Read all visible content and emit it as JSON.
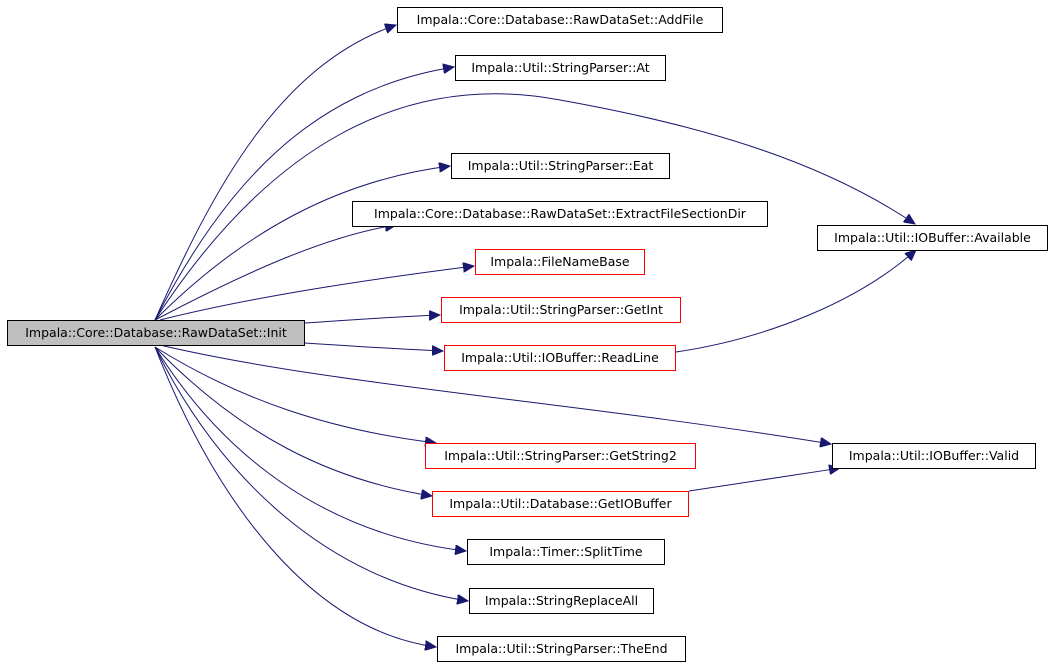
{
  "nodes": {
    "init": {
      "label": "Impala::Core::Database::RawDataSet::Init"
    },
    "addfile": {
      "label": "Impala::Core::Database::RawDataSet::AddFile"
    },
    "at": {
      "label": "Impala::Util::StringParser::At"
    },
    "eat": {
      "label": "Impala::Util::StringParser::Eat"
    },
    "extract": {
      "label": "Impala::Core::Database::RawDataSet::ExtractFileSectionDir"
    },
    "available": {
      "label": "Impala::Util::IOBuffer::Available"
    },
    "filenamebase": {
      "label": "Impala::FileNameBase"
    },
    "getint": {
      "label": "Impala::Util::StringParser::GetInt"
    },
    "readline": {
      "label": "Impala::Util::IOBuffer::ReadLine"
    },
    "getstring2": {
      "label": "Impala::Util::StringParser::GetString2"
    },
    "valid": {
      "label": "Impala::Util::IOBuffer::Valid"
    },
    "getiobuffer": {
      "label": "Impala::Util::Database::GetIOBuffer"
    },
    "splittime": {
      "label": "Impala::Timer::SplitTime"
    },
    "replaceall": {
      "label": "Impala::StringReplaceAll"
    },
    "theend": {
      "label": "Impala::Util::StringParser::TheEnd"
    }
  },
  "colors": {
    "edge": "#191970",
    "root_fill": "#bfbfbf",
    "default_border": "#000000",
    "undocumented_border": "#ff0000"
  }
}
